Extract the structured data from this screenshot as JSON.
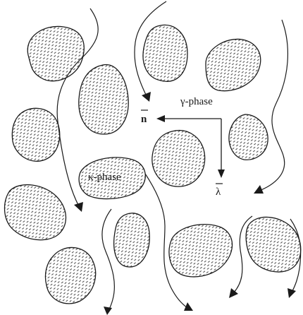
{
  "labels": {
    "gamma_phase": "γ-phase",
    "kappa_phase": "κ-phase",
    "normal_vector": "n",
    "lambda_vector": "λ"
  },
  "colors": {
    "ink": "#1a1a1a",
    "background": "#ffffff"
  }
}
